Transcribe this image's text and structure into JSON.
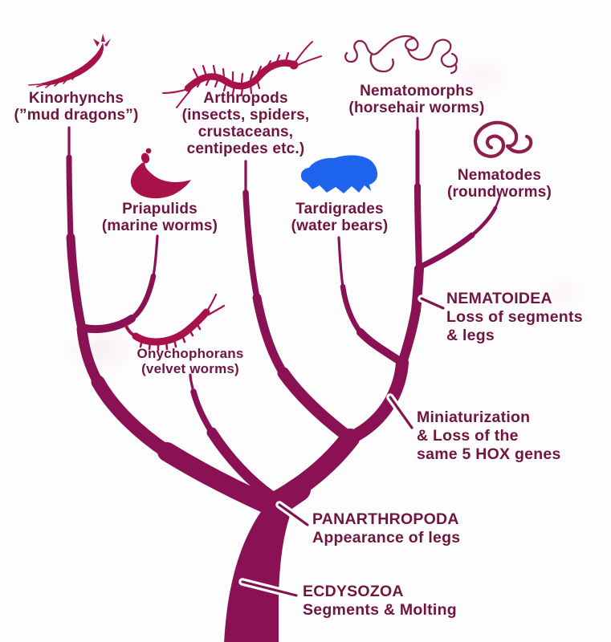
{
  "figure": {
    "type": "phylogenetic-tree",
    "root_clade": "ECDYSOZOA"
  },
  "colors": {
    "branch": "#8A1254",
    "icon_crimson": "#A8114A",
    "worm_stroke": "#8D1F4D",
    "tardigrade_blue": "#1F64EE",
    "text": "#6E1540",
    "background": "#FEFDFE"
  },
  "taxa": [
    {
      "id": "kinorhynchs",
      "lines": [
        "Kinorhynchs",
        "(”mud dragons”)"
      ]
    },
    {
      "id": "arthropods",
      "lines": [
        "Arthropods",
        "(insects, spiders,",
        "crustaceans,",
        "centipedes etc.)"
      ]
    },
    {
      "id": "nematomorphs",
      "lines": [
        "Nematomorphs",
        "(horsehair worms)"
      ]
    },
    {
      "id": "priapulids",
      "lines": [
        "Priapulids",
        "(marine worms)"
      ]
    },
    {
      "id": "tardigrades",
      "lines": [
        "Tardigrades",
        "(water bears)"
      ]
    },
    {
      "id": "nematodes",
      "lines": [
        "Nematodes",
        "(roundworms)"
      ]
    },
    {
      "id": "onychophorans",
      "lines": [
        "Onychophorans",
        "(velvet worms)"
      ]
    }
  ],
  "annotations": [
    {
      "id": "nematoidea",
      "lines": [
        "NEMATOIDEA",
        "Loss of segments",
        "& legs"
      ]
    },
    {
      "id": "miniaturization",
      "lines": [
        "Miniaturization",
        "& Loss of the",
        "same 5 HOX genes"
      ]
    },
    {
      "id": "panarthropoda",
      "lines": [
        "PANARTHROPODA",
        "Appearance of legs"
      ]
    },
    {
      "id": "ecdysozoa",
      "lines": [
        "ECDYSOZOA",
        "Segments & Molting"
      ]
    }
  ],
  "topology": {
    "root": "ECDYSOZOA",
    "drawn_groupings": [
      [
        "Kinorhynchs",
        "Priapulids"
      ],
      "Onychophorans",
      "Arthropods",
      [
        "Tardigrades",
        [
          "Nematomorphs",
          "Nematodes"
        ]
      ]
    ]
  }
}
